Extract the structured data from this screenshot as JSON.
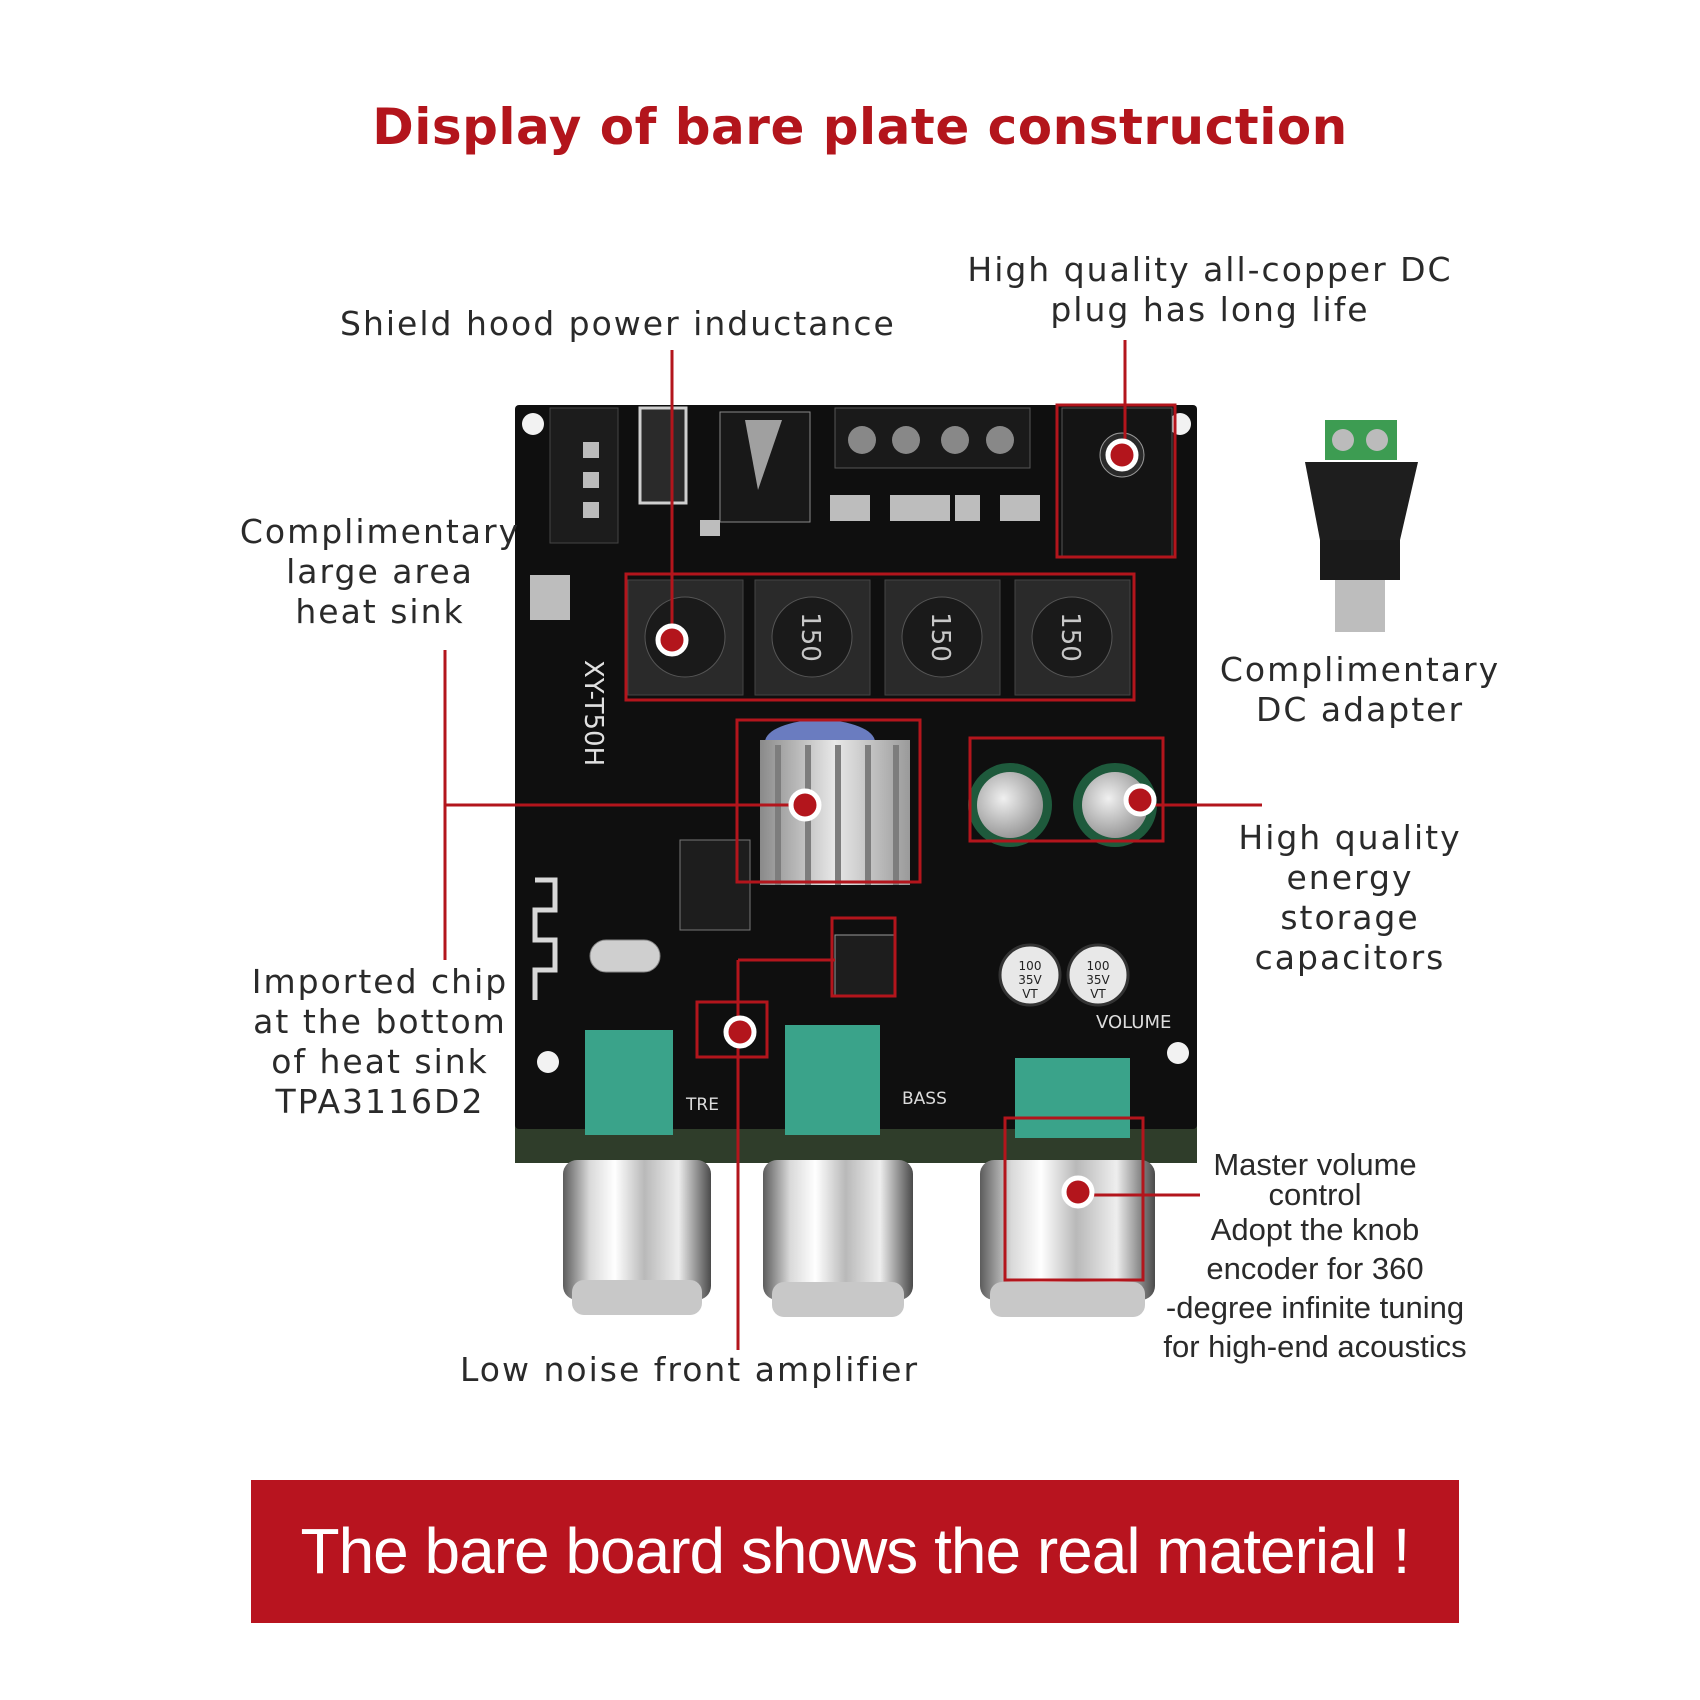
{
  "title": "Display of bare plate construction",
  "labels": {
    "shield_inductance": "Shield hood power inductance",
    "dc_plug_line1": "High quality all-copper DC",
    "dc_plug_line2": "plug has long life",
    "heat_sink_line1": "Complimentary",
    "heat_sink_line2": "large area",
    "heat_sink_line3": "heat sink",
    "adapter_line1": "Complimentary",
    "adapter_line2": "DC adapter",
    "capacitors_line1": "High quality",
    "capacitors_line2": "energy",
    "capacitors_line3": "storage",
    "capacitors_line4": "capacitors",
    "chip_line1": "Imported chip",
    "chip_line2": "at the bottom",
    "chip_line3": "of heat sink",
    "chip_line4": "TPA3116D2",
    "volume_line1": "Master volume",
    "volume_line2": "control",
    "volume_line3": "Adopt the knob",
    "volume_line4": "encoder for 360",
    "volume_line5": "-degree infinite tuning",
    "volume_line6": "for high-end acoustics",
    "front_amp": "Low noise front amplifier"
  },
  "board": {
    "model": "XY-T50H",
    "inductor_marking": "150",
    "cap_top": "100",
    "cap_mid": "35V",
    "cap_bot": "VT",
    "knob_labels": [
      "TRE",
      "BASS",
      "VOLUME"
    ]
  },
  "banner": "The bare board shows the real material !",
  "colors": {
    "accent": "#b3151c",
    "banner": "#b8141f",
    "pcb": "#111111",
    "callout_line": "#b3151c"
  }
}
